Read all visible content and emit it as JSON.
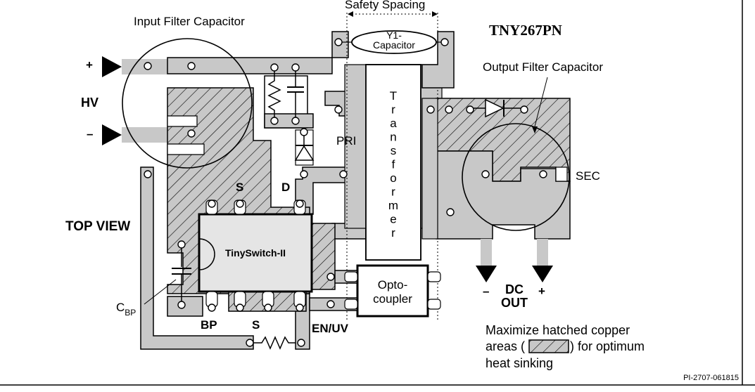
{
  "labels": {
    "safety_spacing": "Safety Spacing",
    "input_filter_capacitor": "Input Filter Capacitor",
    "part_number": "TNY267PN",
    "y1_capacitor_line1": "Y1-",
    "y1_capacitor_line2": "Capacitor",
    "output_filter_capacitor": "Output Filter Capacitor",
    "plus": "+",
    "minus": "–",
    "hv": "HV",
    "pri": "PRI",
    "sec": "SEC",
    "transformer_letters": [
      "T",
      "r",
      "a",
      "n",
      "s",
      "f",
      "o",
      "r",
      "m",
      "e",
      "r"
    ],
    "s_top": "S",
    "d_top": "D",
    "top_view": "TOP VIEW",
    "chip_name": "TinySwitch-II",
    "opto_line1": "Opto-",
    "opto_line2": "coupler",
    "cbp_main": "C",
    "cbp_sub": "BP",
    "bp": "BP",
    "s_bottom": "S",
    "en_uv": "EN/UV",
    "dc_minus": "–",
    "dc_plus": "+",
    "dc": "DC",
    "out": "OUT",
    "note_line1": "Maximize hatched copper",
    "note_line2a": "areas (",
    "note_line2b": ") for optimum",
    "note_line3": "heat sinking",
    "figure_id": "PI-2707-061815"
  }
}
